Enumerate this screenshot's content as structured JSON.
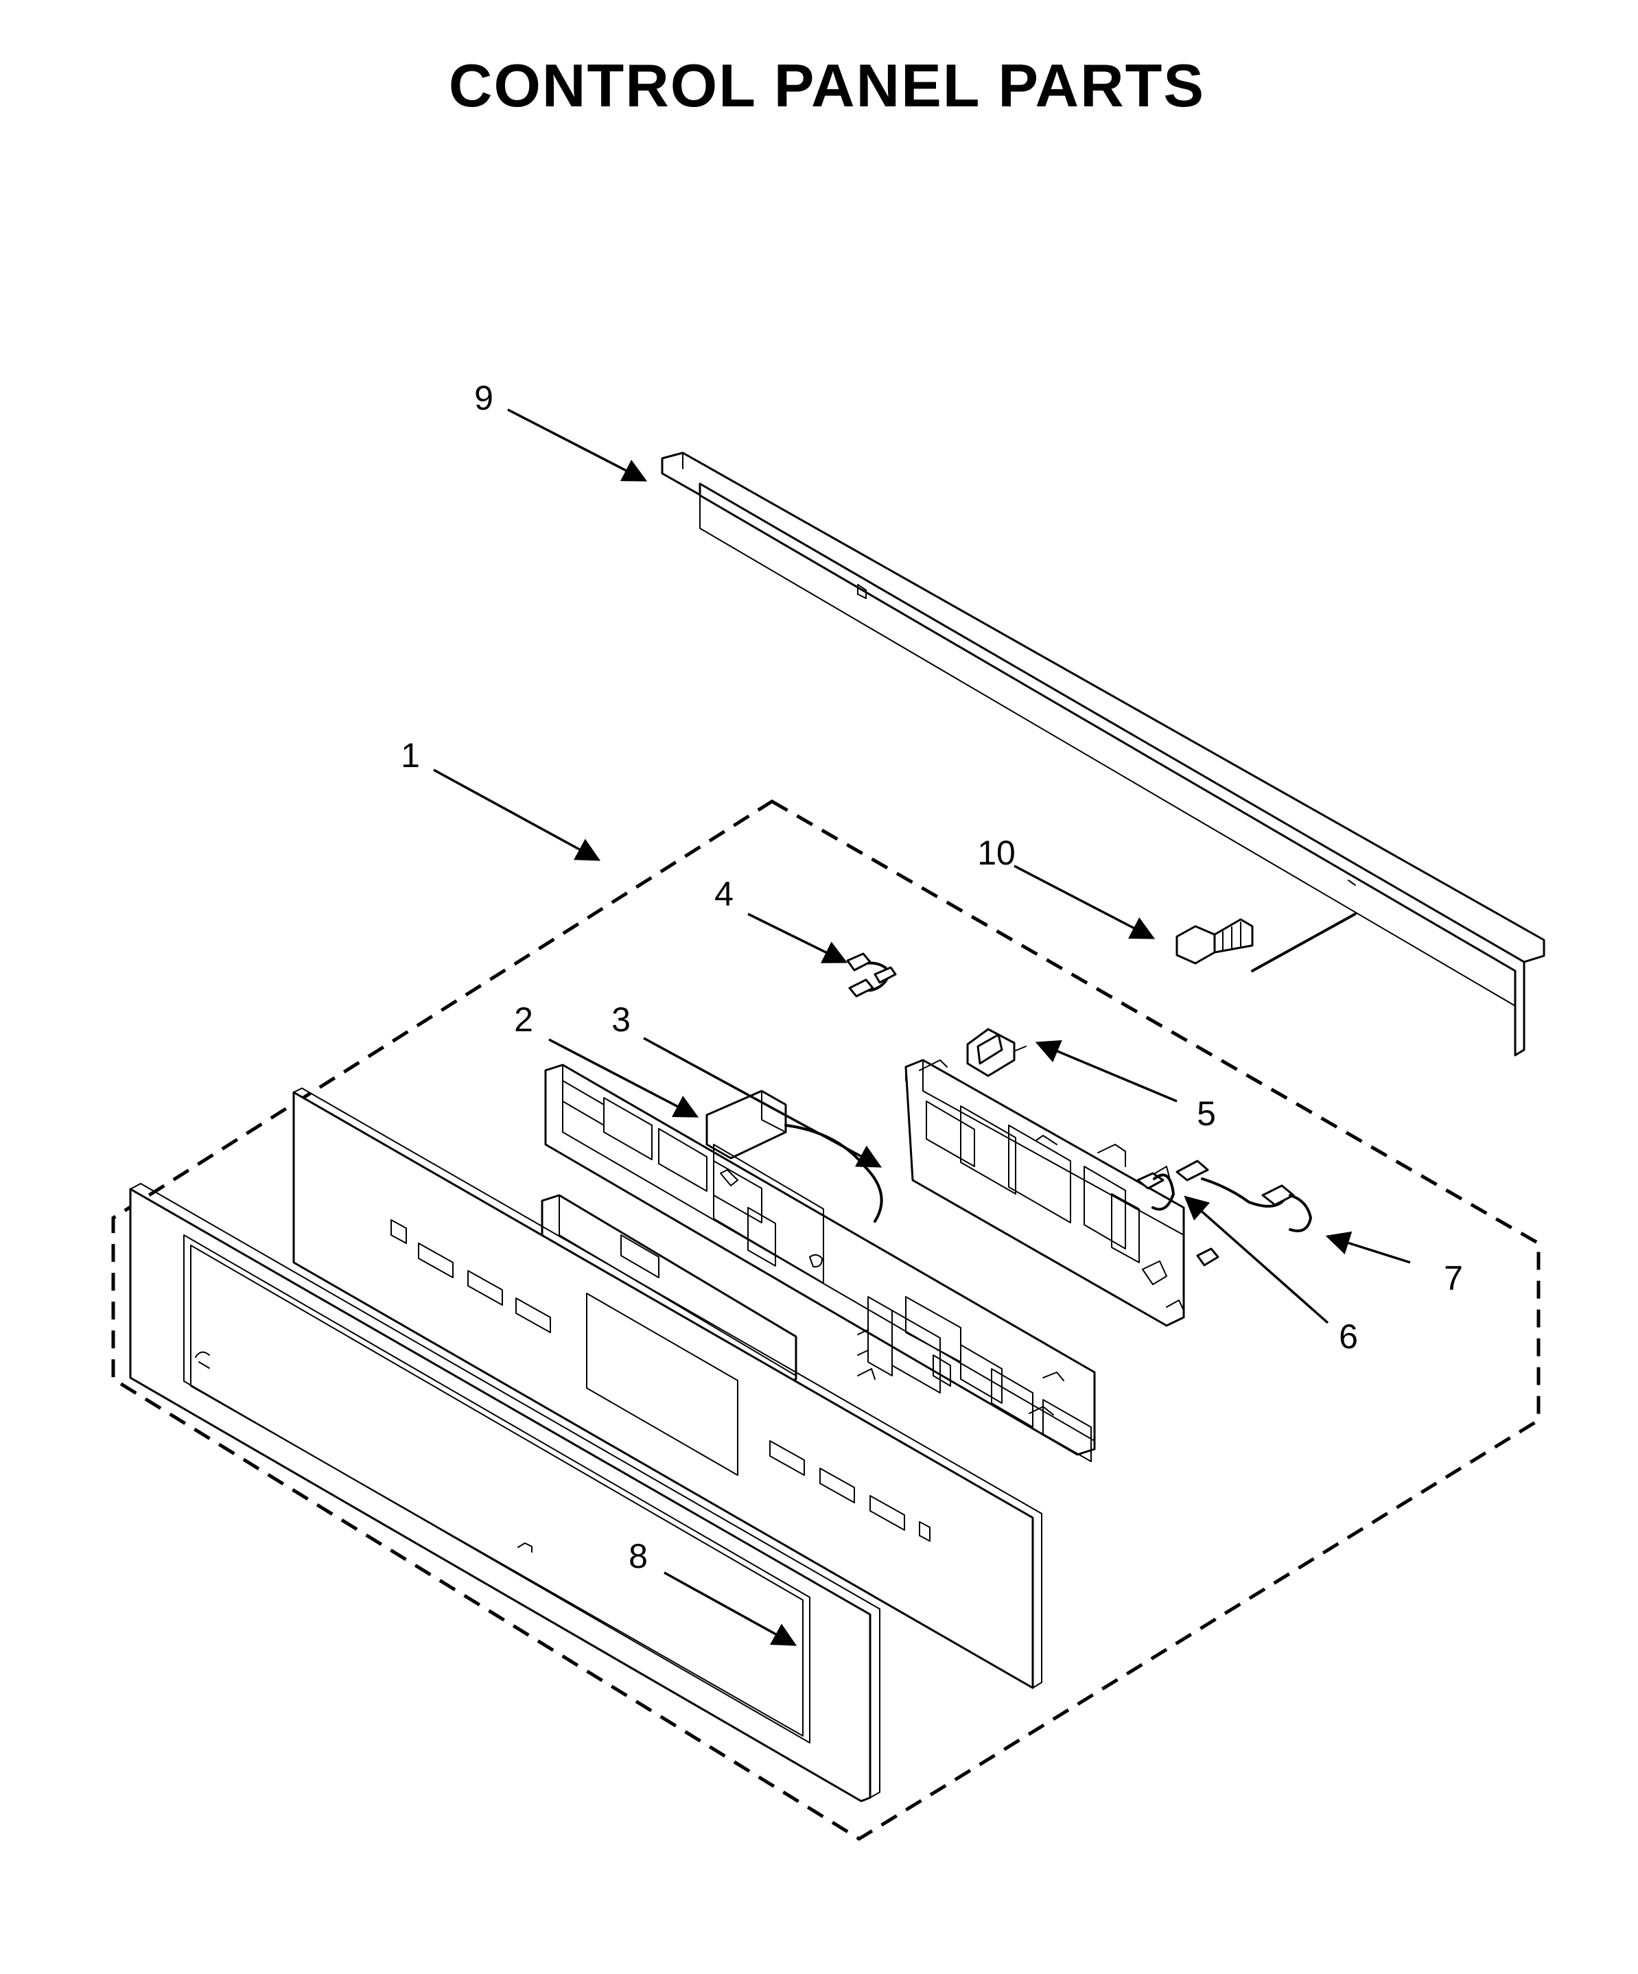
{
  "diagram": {
    "title": "CONTROL PANEL PARTS",
    "callouts": [
      {
        "id": "1",
        "label": "1"
      },
      {
        "id": "2",
        "label": "2"
      },
      {
        "id": "3",
        "label": "3"
      },
      {
        "id": "4",
        "label": "4"
      },
      {
        "id": "5",
        "label": "5"
      },
      {
        "id": "6",
        "label": "6"
      },
      {
        "id": "7",
        "label": "7"
      },
      {
        "id": "8",
        "label": "8"
      },
      {
        "id": "9",
        "label": "9"
      },
      {
        "id": "10",
        "label": "10"
      }
    ]
  }
}
